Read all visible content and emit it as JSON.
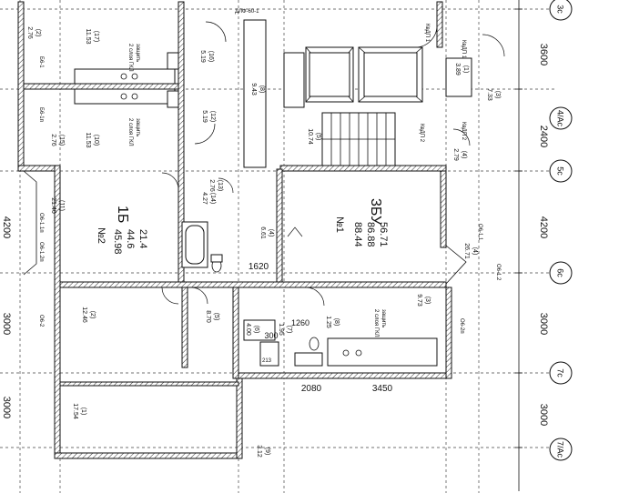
{
  "axes": [
    {
      "id": "3c",
      "label": "3c"
    },
    {
      "id": "4ac",
      "label": "4/Ac"
    },
    {
      "id": "5c",
      "label": "5c"
    },
    {
      "id": "6c",
      "label": "6c"
    },
    {
      "id": "7c",
      "label": "7c"
    },
    {
      "id": "7ac",
      "label": "7/Ac"
    }
  ],
  "right_dims": [
    "3600",
    "2400",
    "4200",
    "3000",
    "3000"
  ],
  "left_dims": [
    "4200",
    "3000",
    "3000"
  ],
  "bottom_dims": [
    "2080",
    "3450"
  ],
  "inner_dims": [
    "1620",
    "300",
    "1260"
  ],
  "apartments": [
    {
      "id": "apt1",
      "type": "3БУ",
      "area1": "56.71",
      "area2": "86.88",
      "area3": "88.44",
      "number": "№1"
    },
    {
      "id": "apt2",
      "type": "1Б",
      "area1": "21.4",
      "area2": "44.6",
      "area3": "45.98",
      "number": "№2"
    }
  ],
  "rooms": [
    {
      "num": "(1)",
      "area": "3.89"
    },
    {
      "num": "(2)",
      "area": "2.76"
    },
    {
      "num": "(3)",
      "area": "7.33"
    },
    {
      "num": "(4)",
      "area": "2.79"
    },
    {
      "num": "(5)",
      "area": "10.74"
    },
    {
      "num": "(8)",
      "area": "9.43"
    },
    {
      "num": "(10)",
      "area": "11.53"
    },
    {
      "num": "(11)",
      "area": "21.40"
    },
    {
      "num": "(12)",
      "area": "5.19"
    },
    {
      "num": "(13)",
      "area": "2.76"
    },
    {
      "num": "(14)",
      "area": "4.27"
    },
    {
      "num": "(15)",
      "area": "2.76"
    },
    {
      "num": "(16)",
      "area": "5.19"
    },
    {
      "num": "(17)",
      "area": "11.53"
    },
    {
      "num": "(1)",
      "area": "17.54"
    },
    {
      "num": "(2)",
      "area": "12.46"
    },
    {
      "num": "(3)",
      "area": "9.73"
    },
    {
      "num": "(4)",
      "area": "26.71"
    },
    {
      "num": "(4)",
      "area": "6.61"
    },
    {
      "num": "(5)",
      "area": "8.70"
    },
    {
      "num": "(6)",
      "area": "4.00"
    },
    {
      "num": "(7)",
      "area": "1.95"
    },
    {
      "num": "(8)",
      "area": "1.25"
    },
    {
      "num": "(9)",
      "area": "3.12"
    }
  ],
  "notes": {
    "protection": "защить",
    "stove": "2 слоя ГКЛ",
    "kvdp1": "КвДП 1",
    "kvdp2": "КвДП 2",
    "dl1": "ДЛФ-60-1",
    "shaft1": "Б6-1",
    "shaft2": "Б6-1п",
    "ob11": "О6-1.1",
    "ob12": "О6-1.2",
    "ob11p": "О6-1.1п",
    "ob12p": "О6-1.2п",
    "ob2": "О6-2",
    "ob2p": "О6-2п",
    "inner": "213"
  }
}
